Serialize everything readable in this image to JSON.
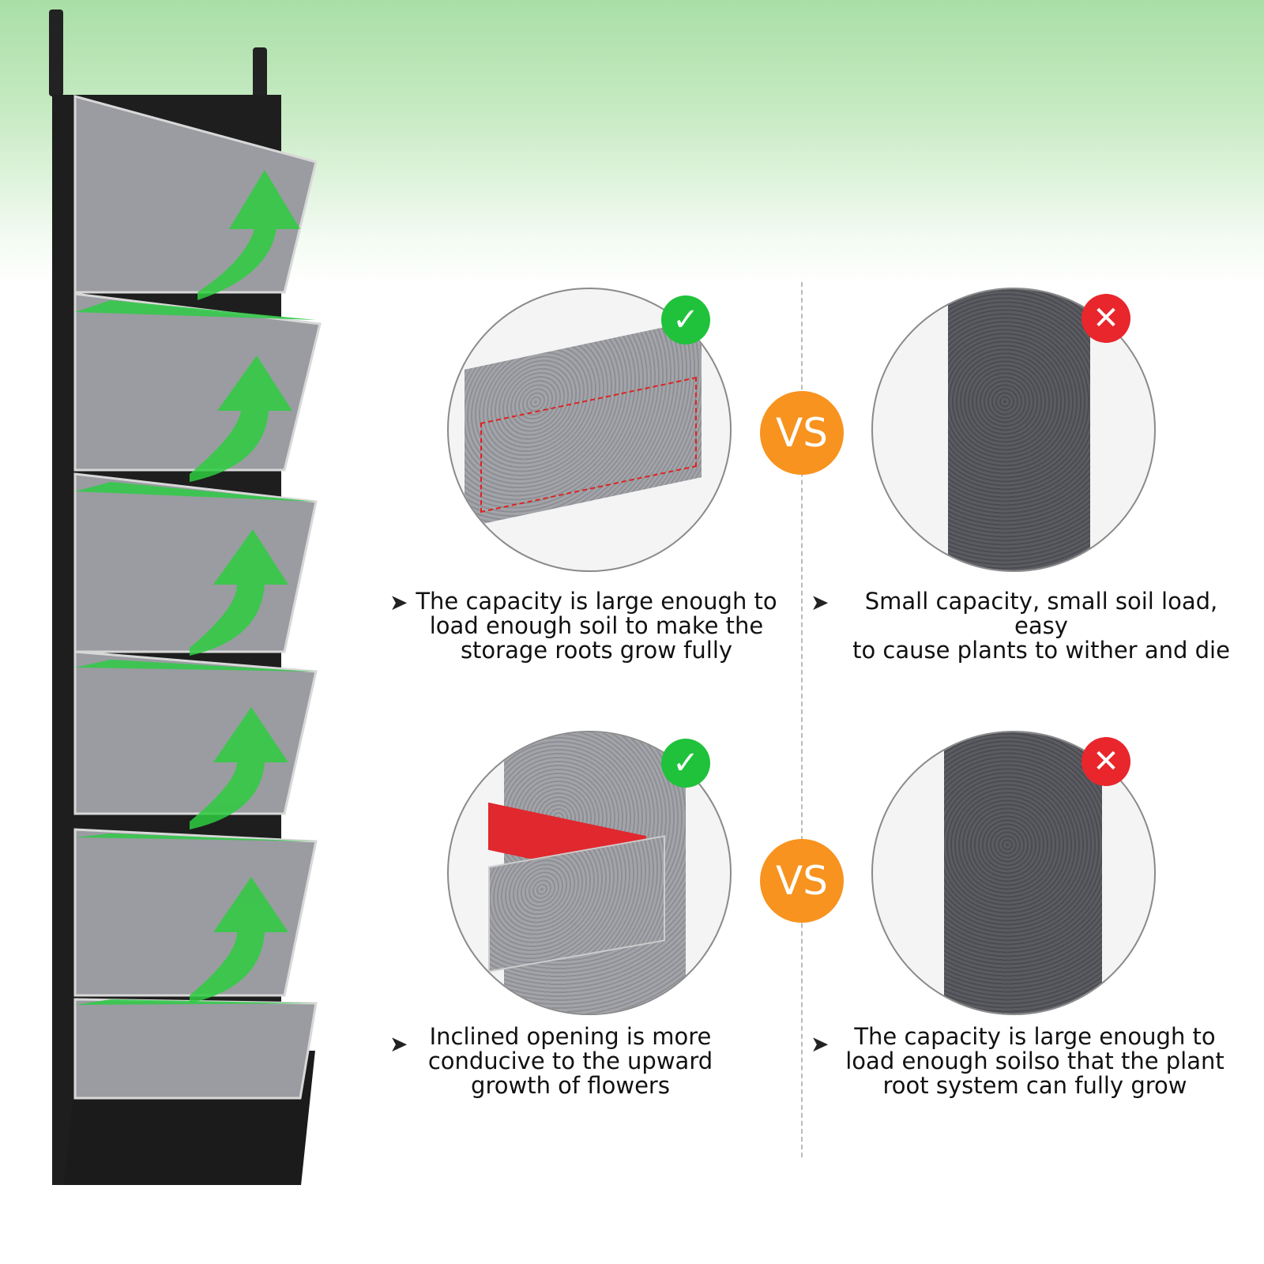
{
  "comparisons": [
    {
      "good": {
        "badge": "✓",
        "caption": [
          "The capacity is large enough to",
          "load enough soil to make the",
          "storage roots grow fully"
        ]
      },
      "vs_label": "VS",
      "bad": {
        "badge": "✕",
        "caption": [
          "Small capacity, small soil load, easy",
          "to cause plants to wither and die"
        ]
      }
    },
    {
      "good": {
        "badge": "✓",
        "caption": [
          "Inclined opening is more",
          "conducive to the upward",
          "growth of flowers"
        ]
      },
      "vs_label": "VS",
      "bad": {
        "badge": "✕",
        "caption": [
          "The capacity is large enough to",
          "load enough soilso that the plant",
          "root system can fully grow"
        ]
      }
    }
  ],
  "bullet_icon": "➤",
  "colors": {
    "accent_orange": "#f7931e",
    "check_green": "#1fc23a",
    "cross_red": "#e8262b",
    "arrow_green": "#2ecc40"
  }
}
